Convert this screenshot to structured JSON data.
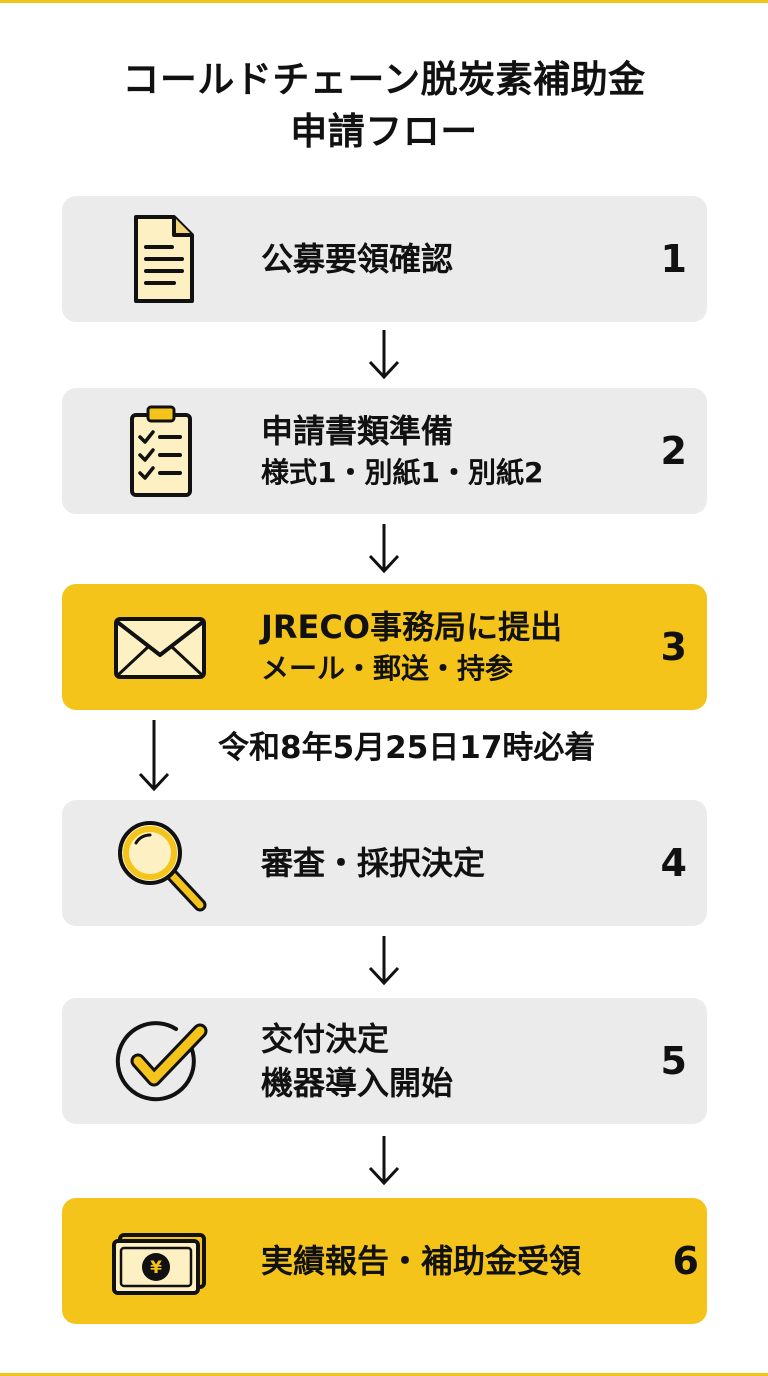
{
  "title_lines": [
    "コールドチェーン脱炭素補助金",
    "申請フロー"
  ],
  "steps": [
    {
      "icon": "document-icon",
      "label": "公募要領確認",
      "sub": "",
      "number": "1",
      "highlight": false
    },
    {
      "icon": "clipboard-checklist-icon",
      "label": "申請書類準備",
      "sub": "様式1・別紙1・別紙2",
      "number": "2",
      "highlight": false
    },
    {
      "icon": "envelope-icon",
      "label": "JRECO事務局に提出",
      "sub": "メール・郵送・持参",
      "number": "3",
      "highlight": true
    },
    {
      "icon": "magnifier-icon",
      "label": "審査・採択決定",
      "sub": "",
      "number": "4",
      "highlight": false
    },
    {
      "icon": "checkmark-circle-icon",
      "label": "交付決定",
      "sub": "機器導入開始",
      "number": "5",
      "highlight": false
    },
    {
      "icon": "yen-banknote-icon",
      "label": "実績報告・補助金受領",
      "sub": "",
      "number": "6",
      "highlight": true
    }
  ],
  "deadline_note": "令和8年5月25日17時必着",
  "colors": {
    "accent": "#f4c41a",
    "box": "#ebebeb",
    "icon_fill": "#fdf1c4",
    "text": "#111111"
  }
}
